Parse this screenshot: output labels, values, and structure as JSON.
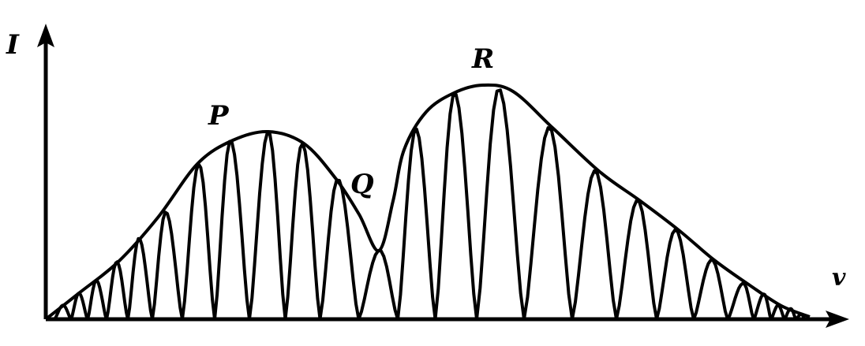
{
  "labels": {
    "y_axis": "I",
    "x_axis": "v",
    "peak_left": "P",
    "dip": "Q",
    "peak_right": "R"
  },
  "colors": {
    "stroke": "#000000",
    "background": "#ffffff"
  }
}
